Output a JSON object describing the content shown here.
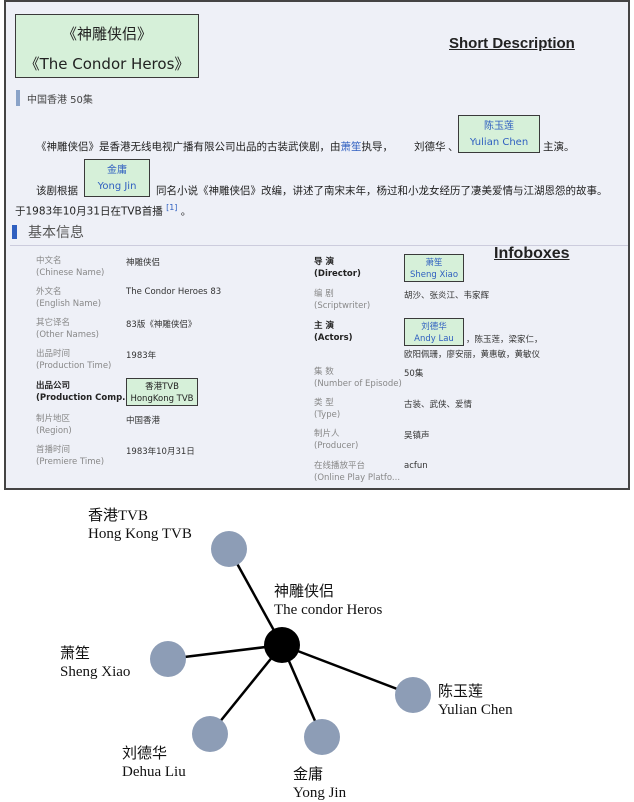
{
  "title": {
    "cn": "《神雕侠侣》",
    "en": "《The Condor Heros》"
  },
  "short_description_label": "Short Description",
  "region_episodes": "中国香港    50集",
  "description": {
    "line1_a": "《神雕侠侣》是香港无线电视广播有限公司出品的古装武侠剧，由",
    "director_link": "萧笙",
    "line1_b": "执导，",
    "actor1_link": "刘德华",
    "sep": "、",
    "line1_c": "主演。",
    "actress_box_cn": "陈玉莲",
    "actress_box_en": "Yulian Chen",
    "line2_a": "该剧根据",
    "author_box_cn": "金庸",
    "author_box_en": "Yong Jin",
    "line2_b": "同名小说《神雕侠侣》改编，讲述了南宋末年，杨过和小龙女经历了凄美爱情与江湖恩怨的故事。",
    "line3": "于1983年10月31日在TVB首播",
    "ref": "[1]",
    "line3_end": "。"
  },
  "infobox": {
    "section_title": "基本信息",
    "label": "Infoboxes",
    "left": [
      {
        "cn": "中文名",
        "en": "(Chinese Name)",
        "value": "神雕侠侣"
      },
      {
        "cn": "外文名",
        "en": "(English Name)",
        "value": "The Condor Heroes 83"
      },
      {
        "cn": "其它译名",
        "en": "(Other Names)",
        "value": "83版《神雕侠侣》"
      },
      {
        "cn": "出品时间",
        "en": "(Production Time)",
        "value": "1983年"
      },
      {
        "cn": "出品公司",
        "en": "(Production Comp...",
        "value_cn": "香港TVB",
        "value_en": "HongKong TVB"
      },
      {
        "cn": "制片地区",
        "en": "(Region)",
        "value": "中国香港"
      },
      {
        "cn": "首播时间",
        "en": "(Premiere Time)",
        "value": "1983年10月31日"
      }
    ],
    "right": [
      {
        "cn": "导    演",
        "en": "(Director)",
        "value_cn": "萧笙",
        "value_en": "Sheng Xiao"
      },
      {
        "cn": "编    剧",
        "en": "(Scriptwriter)",
        "value": "胡沙、张炎江、韦家辉"
      },
      {
        "cn": "主    演",
        "en": "(Actors)",
        "value_cn": "刘德华",
        "value_en": "Andy Lau",
        "rest1": "，陈玉莲，梁家仁，",
        "rest2": "欧阳佩珊，廖安丽，黄惠敏，黄敏仪"
      },
      {
        "cn": "集    数",
        "en": "(Number of Episode)",
        "value": "50集"
      },
      {
        "cn": "类    型",
        "en": "(Type)",
        "value": "古装、武侠、爱情"
      },
      {
        "cn": "制片人",
        "en": "(Producer)",
        "value": "吴镇声"
      },
      {
        "cn": "在线播放平台",
        "en": "(Online Play Platfo...",
        "value": "acfun"
      }
    ]
  },
  "graph": {
    "center": {
      "cn": "神雕侠侣",
      "en": "The condor Heros"
    },
    "nodes": [
      {
        "cn": "香港TVB",
        "en": "Hong Kong TVB"
      },
      {
        "cn": "萧笙",
        "en": "Sheng Xiao"
      },
      {
        "cn": "刘德华",
        "en": "Dehua Liu"
      },
      {
        "cn": "金庸",
        "en": "Yong Jin"
      },
      {
        "cn": "陈玉莲",
        "en": "Yulian Chen"
      }
    ],
    "colors": {
      "center": "#000000",
      "node": "#8d9db6",
      "edge": "#000000"
    }
  }
}
